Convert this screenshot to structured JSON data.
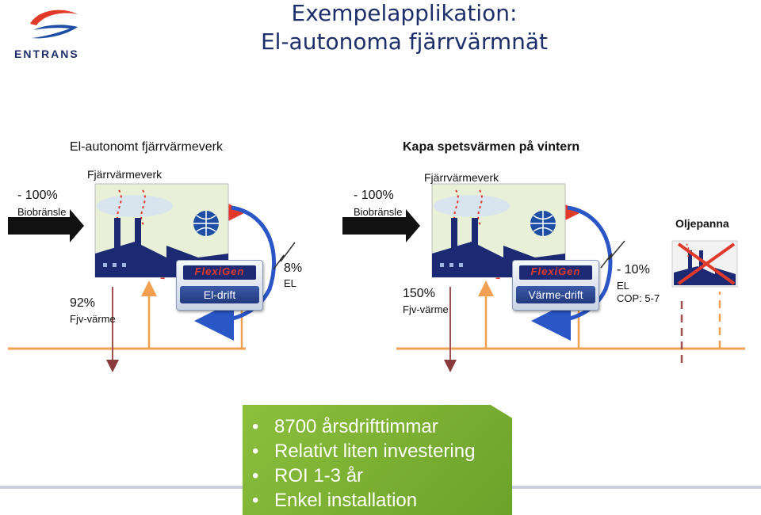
{
  "logo": {
    "company": "ENTRANS"
  },
  "title": {
    "line1": "Exempelapplikation:",
    "line2": "El-autonoma fjärrvärmnät"
  },
  "left": {
    "heading": "El-autonomt fjärrvärmeverk",
    "plant_label": "Fjärrvärmeverk",
    "input_pct": "- 100%",
    "input_label": "Biobränsle",
    "output_pct": "92%",
    "output_label": "Fjv-värme",
    "el_pct": "8%",
    "el_label": "EL",
    "device_name": "FlexiGen",
    "mode": "El-drift"
  },
  "right": {
    "heading": "Kapa spetsvärmen på vintern",
    "plant_label": "Fjärrvärmeverk",
    "input_pct": "- 100%",
    "input_label": "Biobränsle",
    "output_pct": "150%",
    "output_label": "Fjv-värme",
    "el_pct": "- 10%",
    "el_label": "EL",
    "cop": "COP: 5-7",
    "device_name": "FlexiGen",
    "mode": "Värme-drift",
    "boiler_label": "Oljepanna"
  },
  "benefits": [
    "8700 årsdrifttimmar",
    "Relativt liten investering",
    "ROI 1-3 år",
    "Enkel installation"
  ],
  "colors": {
    "heat": "#f0a050",
    "brand_blue": "#1d2f6b",
    "red": "#e23a2a",
    "green": "#7cb334"
  }
}
